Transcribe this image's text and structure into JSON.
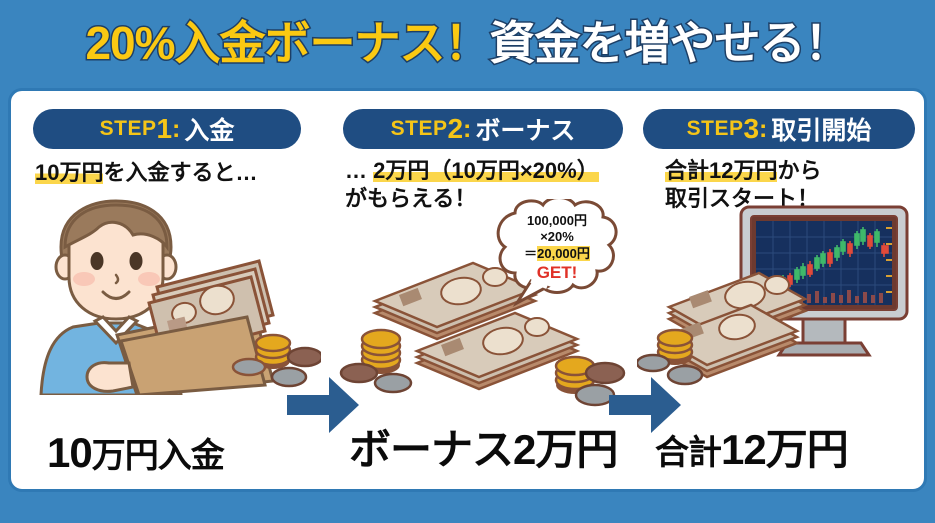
{
  "banner": {
    "title_yellow": "20%入金ボーナス！",
    "title_white": "資金を増やせる！"
  },
  "colors": {
    "page_blue": "#3a85bf",
    "pill_navy": "#1f4d82",
    "accent_yellow": "#f5c518",
    "highlight_yellow": "#fbd64b",
    "arrow_blue": "#2b5d90",
    "get_red": "#e03127",
    "card_border": "#2f79b4"
  },
  "steps": [
    {
      "pill": {
        "word": "STEP",
        "number": "1",
        "colon": ":",
        "title": "入金"
      },
      "caption_html_parts": [
        {
          "text": "10万円",
          "highlight": true
        },
        {
          "text": "を入金すると…",
          "highlight": false
        }
      ],
      "caption_plain": "10万円を入金すると…",
      "big_label_main": "10",
      "big_label_rest": "万円入金",
      "big_label_plain": "10万円入金",
      "underline": true,
      "illustration": "person-with-envelope-of-money"
    },
    {
      "pill": {
        "word": "STEP",
        "number": "2",
        "colon": ":",
        "title": "ボーナス"
      },
      "caption_line1_lead": "… ",
      "caption_line1_highlight": "2万円（10万円×20%）",
      "caption_line2": "がもらえる！",
      "caption_plain": "… 2万円（10万円×20%）がもらえる！",
      "big_label_plain": "ボーナス2万円",
      "underline": false,
      "illustration": "stacks-of-banknotes-and-coins"
    },
    {
      "pill": {
        "word": "STEP",
        "number": "3",
        "colon": ":",
        "title": "取引開始"
      },
      "caption_line1_highlight": "合計12万円",
      "caption_line1_rest": "から",
      "caption_line2": "取引スタート！",
      "caption_plain": "合計12万円から取引スタート！",
      "big_label_main": "合計",
      "big_label_rest": "12万円",
      "big_label_plain": "合計12万円",
      "underline": true,
      "illustration": "monitor-with-candlestick-chart-and-money"
    }
  ],
  "bubble": {
    "line1": "100,000円",
    "line2": "×20%",
    "line3_prefix": "＝",
    "line3_highlight": "20,000円",
    "line4": "GET!"
  },
  "arrows": [
    {
      "name": "arrow-step1-to-step2"
    },
    {
      "name": "arrow-step2-to-step3"
    }
  ],
  "chart_data": {
    "type": "line",
    "title": "",
    "xlabel": "",
    "ylabel": "",
    "note": "decorative candlestick trading chart shown on the monitor illustration",
    "candles": [
      {
        "o": 22,
        "c": 18,
        "h": 24,
        "l": 16,
        "dir": "down"
      },
      {
        "o": 18,
        "c": 26,
        "h": 28,
        "l": 17,
        "dir": "up"
      },
      {
        "o": 26,
        "c": 21,
        "h": 27,
        "l": 19,
        "dir": "down"
      },
      {
        "o": 21,
        "c": 30,
        "h": 33,
        "l": 20,
        "dir": "up"
      },
      {
        "o": 30,
        "c": 24,
        "h": 32,
        "l": 22,
        "dir": "down"
      },
      {
        "o": 24,
        "c": 36,
        "h": 39,
        "l": 23,
        "dir": "up"
      },
      {
        "o": 36,
        "c": 31,
        "h": 38,
        "l": 29,
        "dir": "down"
      },
      {
        "o": 31,
        "c": 44,
        "h": 47,
        "l": 30,
        "dir": "up"
      },
      {
        "o": 44,
        "c": 38,
        "h": 46,
        "l": 36,
        "dir": "down"
      },
      {
        "o": 38,
        "c": 50,
        "h": 54,
        "l": 37,
        "dir": "up"
      },
      {
        "o": 50,
        "c": 45,
        "h": 52,
        "l": 43,
        "dir": "down"
      },
      {
        "o": 45,
        "c": 58,
        "h": 62,
        "l": 44,
        "dir": "up"
      },
      {
        "o": 58,
        "c": 52,
        "h": 60,
        "l": 50,
        "dir": "down"
      },
      {
        "o": 52,
        "c": 64,
        "h": 68,
        "l": 51,
        "dir": "up"
      },
      {
        "o": 64,
        "c": 57,
        "h": 66,
        "l": 55,
        "dir": "down"
      },
      {
        "o": 57,
        "c": 70,
        "h": 74,
        "l": 56,
        "dir": "up"
      }
    ]
  }
}
